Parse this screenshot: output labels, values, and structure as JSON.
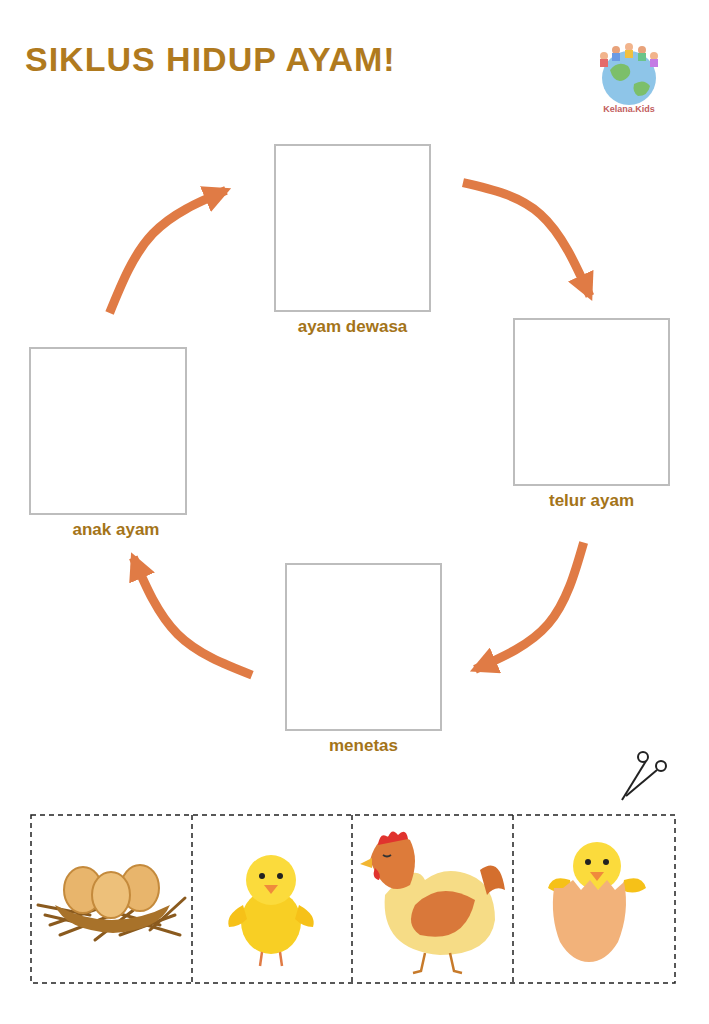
{
  "diagram": {
    "title": "SIKLUS HIDUP AYAM!",
    "nodes": [
      {
        "text": [
          "ayam dewasa"
        ]
      },
      {
        "text": [
          "telur ayam"
        ]
      },
      {
        "text": [
          "anak ayam"
        ]
      },
      {
        "text": [
          "menetas"
        ]
      }
    ],
    "edges": [
      {
        "from": 0,
        "to": 1,
        "arrow": "to"
      },
      {
        "from": 1,
        "to": 3,
        "arrow": "to"
      },
      {
        "from": 3,
        "to": 2,
        "arrow": "to"
      },
      {
        "from": 2,
        "to": 0,
        "arrow": "to"
      }
    ],
    "labels": [
      "Kelana.Kids"
    ]
  }
}
